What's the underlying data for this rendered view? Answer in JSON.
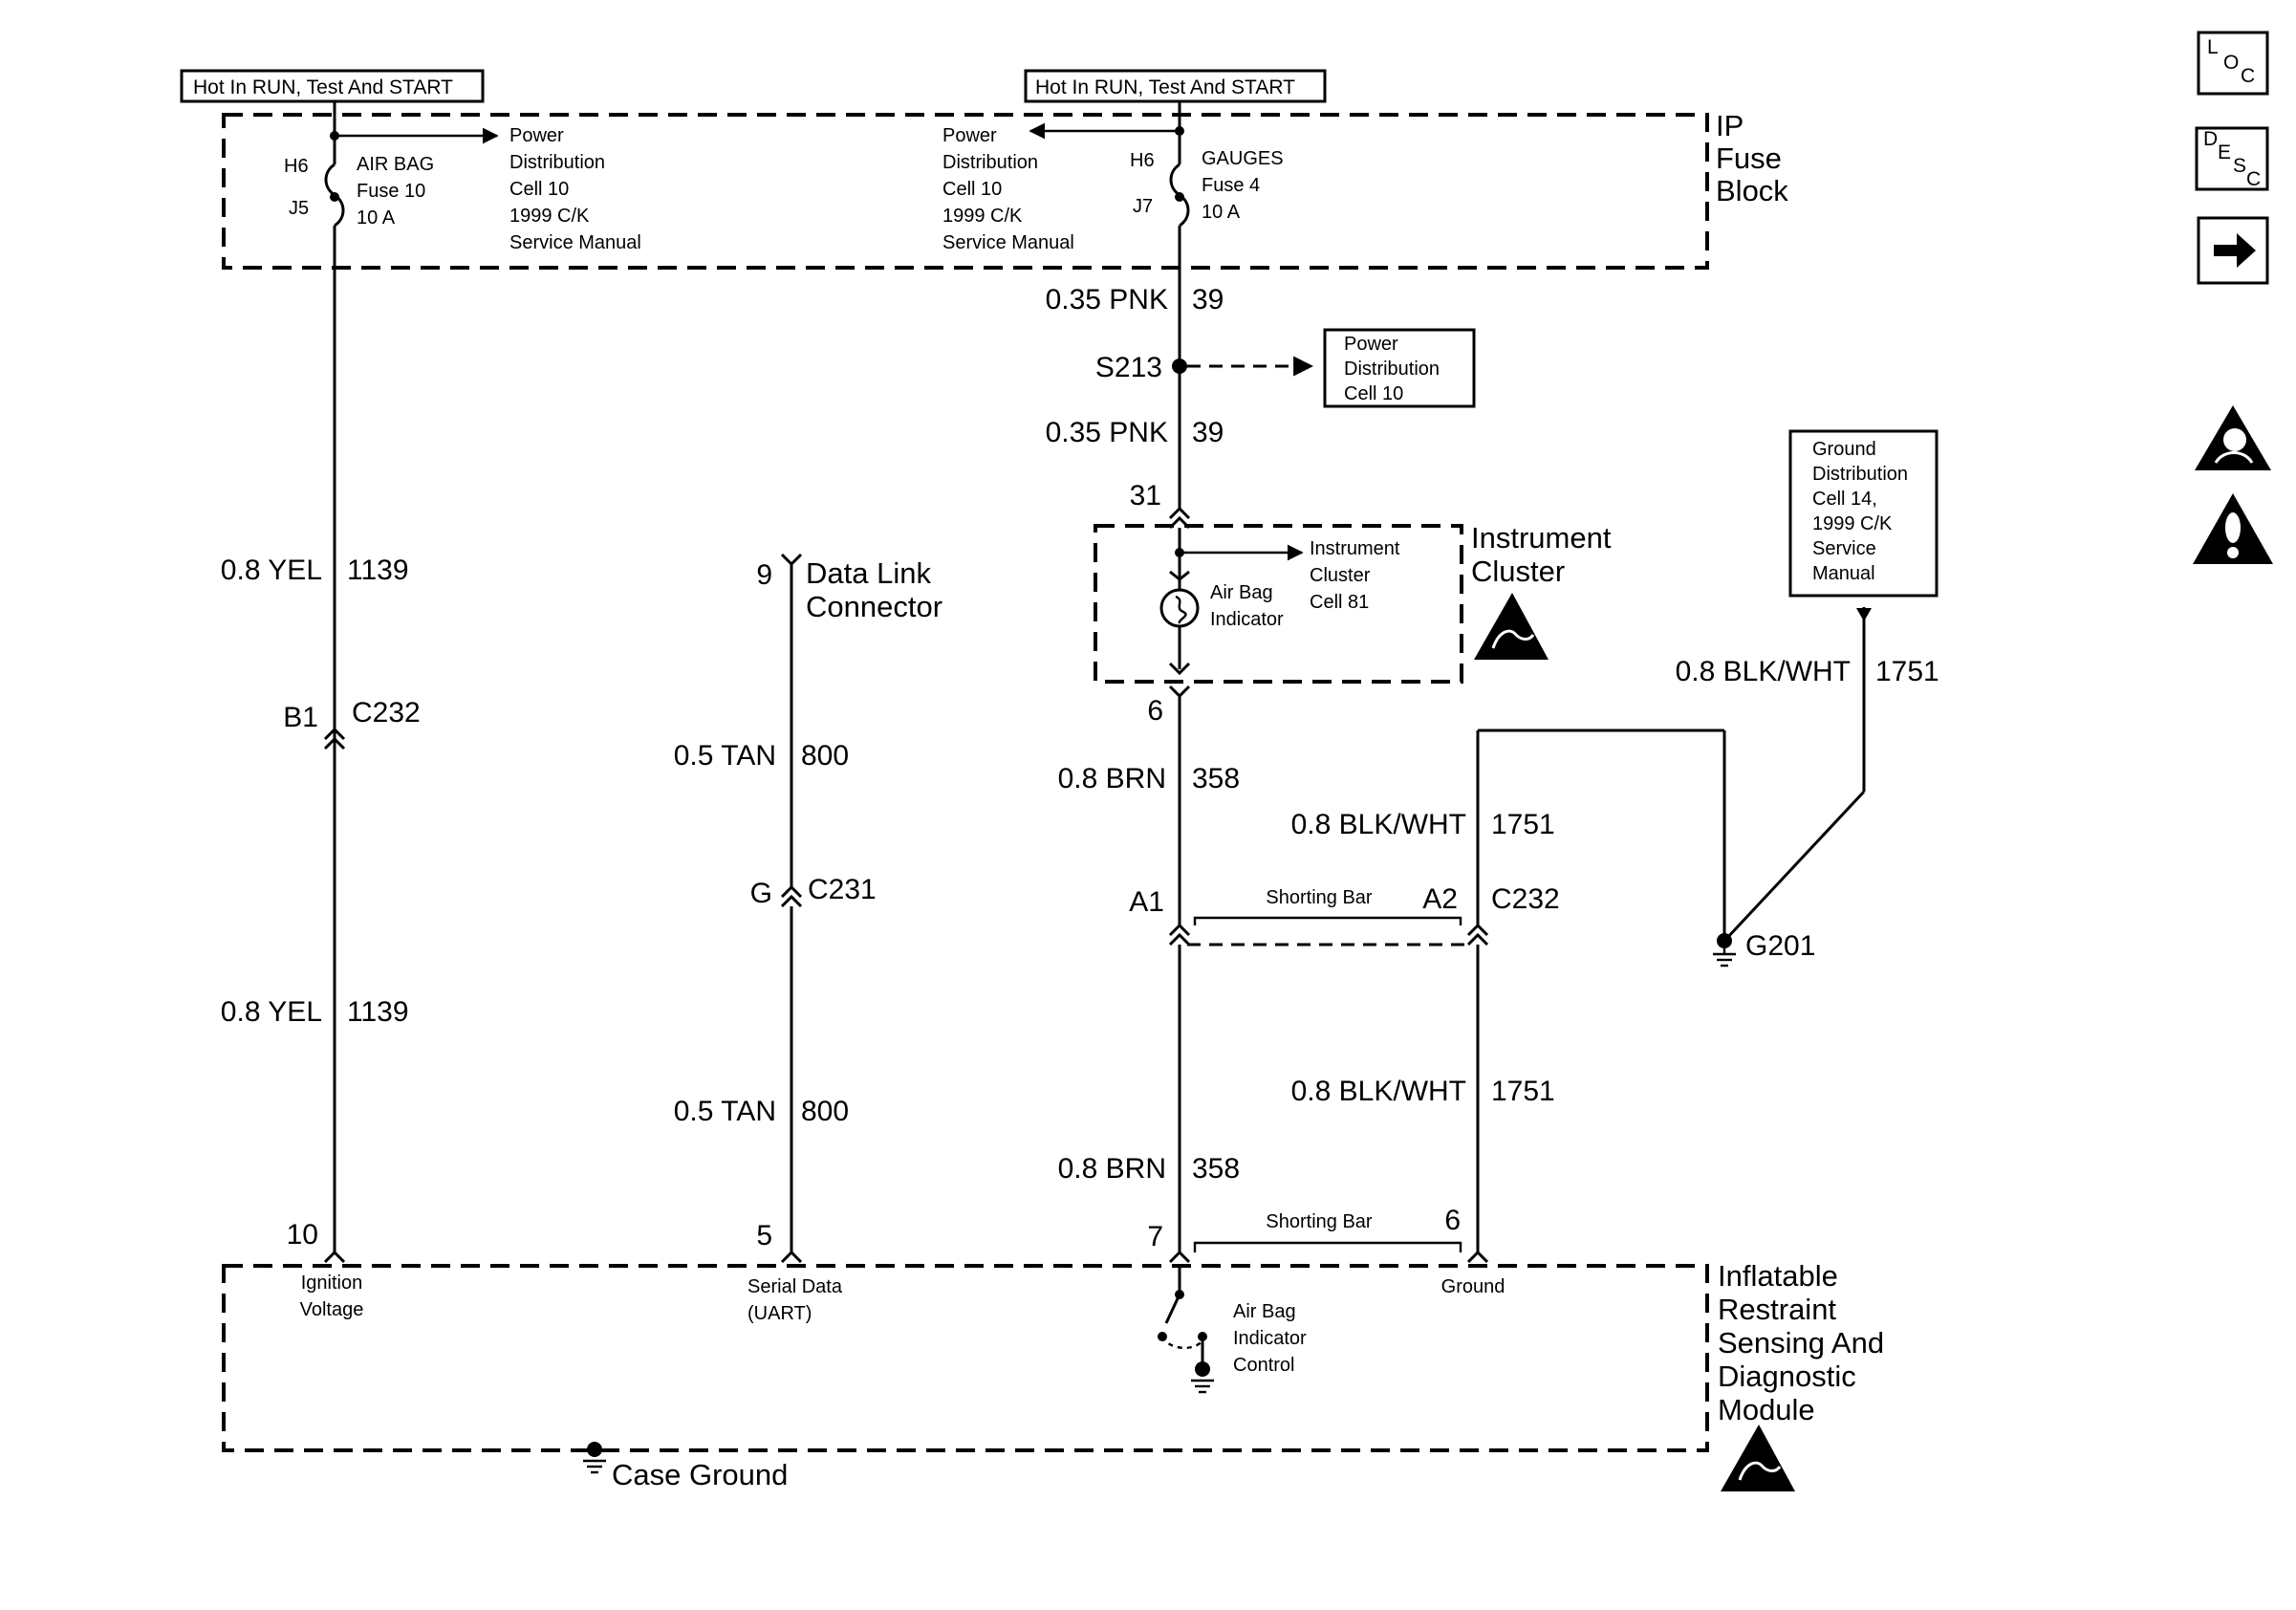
{
  "header": {
    "hot_left": "Hot In RUN, Test And START",
    "hot_right": "Hot In RUN, Test And START"
  },
  "ip_fuse_block": {
    "title": [
      "IP",
      "Fuse",
      "Block"
    ],
    "left_fuse": {
      "pin_top": "H6",
      "pin_bottom": "J5",
      "label": [
        "AIR BAG",
        "Fuse 10",
        "10 A"
      ]
    },
    "right_fuse": {
      "pin_top": "H6",
      "pin_bottom": "J7",
      "label": [
        "GAUGES",
        "Fuse 4",
        "10 A"
      ]
    },
    "left_ref": [
      "Power",
      "Distribution",
      "Cell 10",
      "1999 C/K",
      "Service Manual"
    ],
    "right_ref": [
      "Power",
      "Distribution",
      "Cell 10",
      "1999 C/K",
      "Service Manual"
    ]
  },
  "right_column": {
    "wire_top": {
      "size": "0.35 PNK",
      "circuit": "39"
    },
    "splice": "S213",
    "splice_ref": [
      "Power",
      "Distribution",
      "Cell 10"
    ],
    "wire_mid": {
      "size": "0.35 PNK",
      "circuit": "39"
    },
    "cluster_pin_top": "31",
    "cluster_ref": [
      "Instrument",
      "Cluster",
      "Cell 81"
    ],
    "indicator": [
      "Air Bag",
      "Indicator"
    ],
    "cluster_title": [
      "Instrument",
      "Cluster"
    ],
    "cluster_pin_bottom": "6",
    "wire_brn_1": {
      "size": "0.8 BRN",
      "circuit": "358"
    },
    "pin_a1": "A1",
    "pin_a2": "A2",
    "connector": "C232",
    "shorting_bar_1": "Shorting Bar",
    "wire_brn_2": {
      "size": "0.8 BRN",
      "circuit": "358"
    },
    "module_pin": "7",
    "shorting_bar_2": "Shorting Bar",
    "ground_pin": "6"
  },
  "ground_column": {
    "wire_1": {
      "size": "0.8 BLK/WHT",
      "circuit": "1751"
    },
    "wire_2": {
      "size": "0.8 BLK/WHT",
      "circuit": "1751"
    },
    "wire_3": {
      "size": "0.8 BLK/WHT",
      "circuit": "1751"
    },
    "ground_point": "G201",
    "ground_ref": [
      "Ground",
      "Distribution",
      "Cell 14,",
      "1999 C/K",
      "Service",
      "Manual"
    ]
  },
  "left_column": {
    "wire_1": {
      "size": "0.8 YEL",
      "circuit": "1139"
    },
    "pin_b1": "B1",
    "connector": "C232",
    "wire_2": {
      "size": "0.8 YEL",
      "circuit": "1139"
    },
    "module_pin": "10"
  },
  "dlc_column": {
    "pin_top": "9",
    "dlc_title": [
      "Data Link",
      "Connector"
    ],
    "wire_1": {
      "size": "0.5 TAN",
      "circuit": "800"
    },
    "pin_g": "G",
    "connector": "C231",
    "wire_2": {
      "size": "0.5 TAN",
      "circuit": "800"
    },
    "module_pin": "5"
  },
  "module": {
    "title": [
      "Inflatable",
      "Restraint",
      "Sensing And",
      "Diagnostic",
      "Module"
    ],
    "ignition": [
      "Ignition",
      "Voltage"
    ],
    "serial": [
      "Serial Data",
      "(UART)"
    ],
    "ground": "Ground",
    "control": [
      "Air Bag",
      "Indicator",
      "Control"
    ],
    "case_ground": "Case Ground"
  },
  "side_icons": {
    "loc": [
      "L",
      "O",
      "C"
    ],
    "desc": [
      "D",
      "E",
      "S",
      "C"
    ],
    "icons": [
      "loc-icon",
      "desc-icon",
      "next-arrow-icon",
      "airbag-warning-icon",
      "caution-icon"
    ]
  }
}
